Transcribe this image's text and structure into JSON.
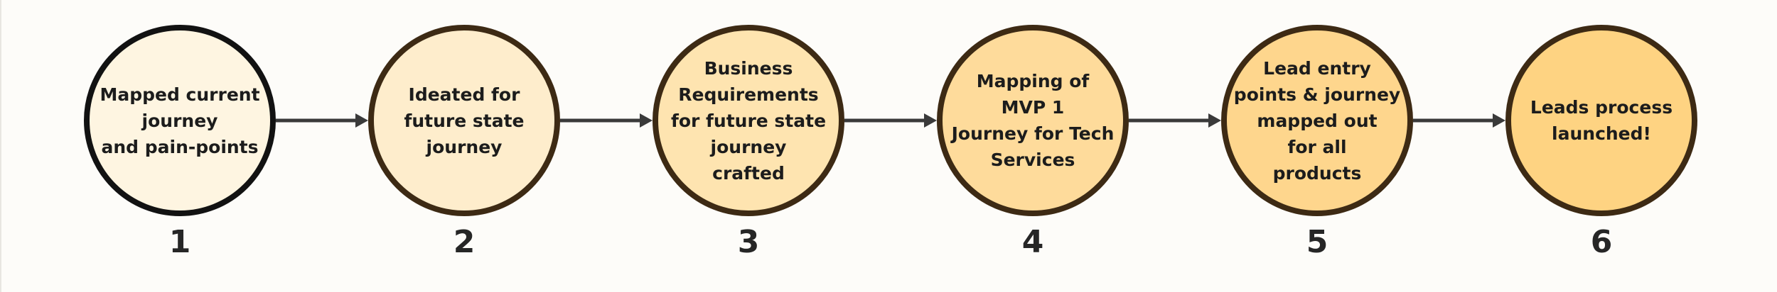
{
  "flow": {
    "steps": [
      {
        "number": "1",
        "label": "Mapped current\njourney\nand pain-points",
        "fill": "#fef5e1",
        "border": "#121212"
      },
      {
        "number": "2",
        "label": "Ideated for\nfuture state\njourney",
        "fill": "#feedcc",
        "border": "#3d2a14"
      },
      {
        "number": "3",
        "label": "Business\nRequirements\nfor future state\njourney\ncrafted",
        "fill": "#fee4b0",
        "border": "#3d2a14"
      },
      {
        "number": "4",
        "label": "Mapping of\nMVP 1\nJourney for Tech\nServices",
        "fill": "#fedb9b",
        "border": "#3d2a14"
      },
      {
        "number": "5",
        "label": "Lead entry\npoints & journey\nmapped out\nfor all\nproducts",
        "fill": "#fed68d",
        "border": "#3d2a14"
      },
      {
        "number": "6",
        "label": "Leads process\nlaunched!",
        "fill": "#fed382",
        "border": "#3d2a14"
      }
    ],
    "connector_color": "#3a3a3a"
  }
}
